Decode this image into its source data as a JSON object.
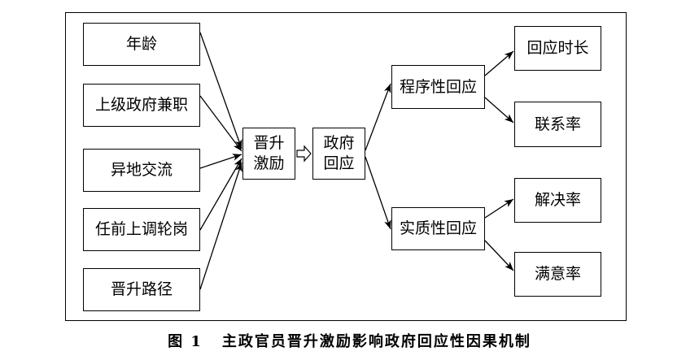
{
  "diagram": {
    "factors": [
      "年龄",
      "上级政府兼职",
      "异地交流",
      "任前上调轮岗",
      "晋升路径"
    ],
    "mediator": {
      "line1": "晋升",
      "line2": "激励"
    },
    "outcome": {
      "line1": "政府",
      "line2": "回应"
    },
    "branches": [
      {
        "label": "程序性回应",
        "measures": [
          "回应时长",
          "联系率"
        ]
      },
      {
        "label": "实质性回应",
        "measures": [
          "解决率",
          "满意率"
        ]
      }
    ]
  },
  "caption": {
    "number": "图 1",
    "title": "主政官员晋升激励影响政府回应性因果机制"
  },
  "colors": {
    "line": "#000000",
    "box_fill": "#ffffff"
  }
}
